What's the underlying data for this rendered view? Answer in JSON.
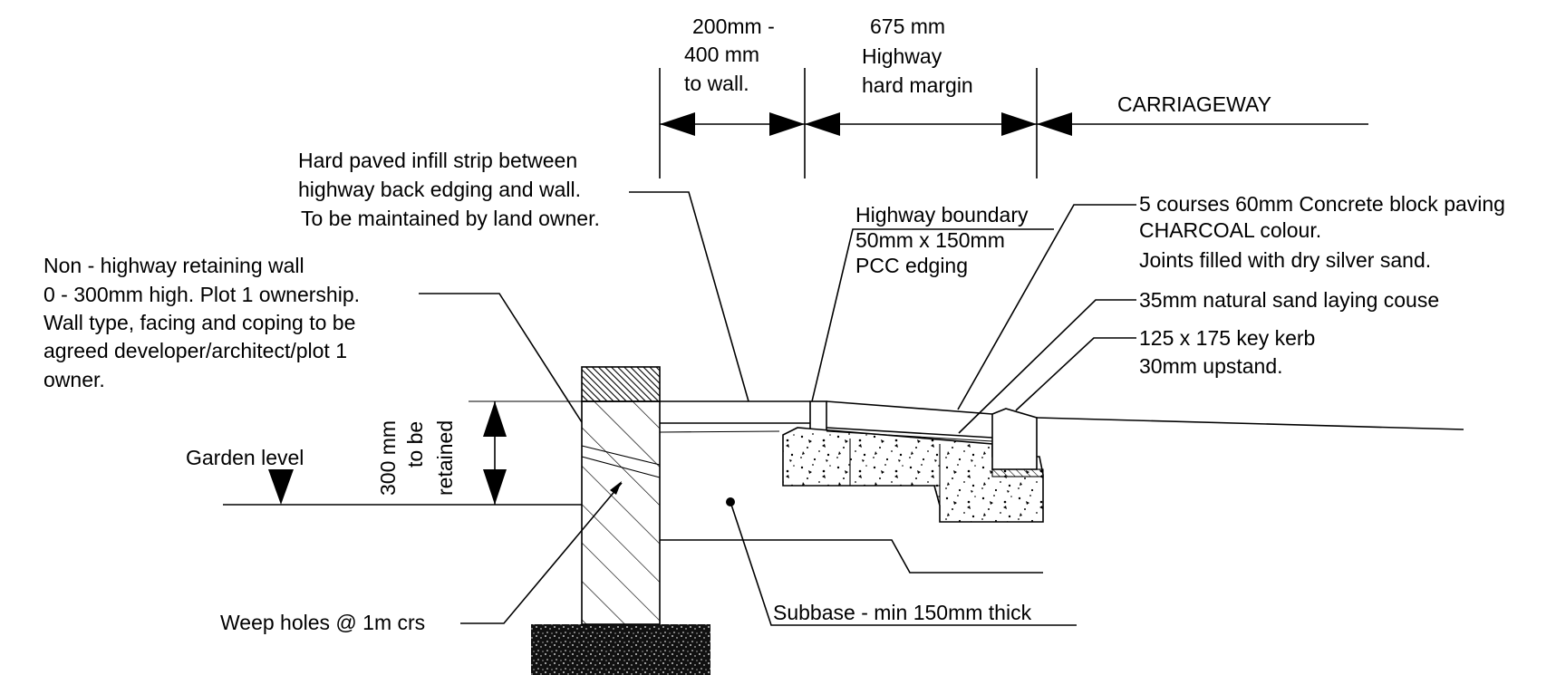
{
  "dimensions": {
    "wall_gap": [
      "200mm -",
      "400 mm",
      "to wall."
    ],
    "highway_margin": [
      "675 mm",
      "Highway",
      "hard margin"
    ],
    "carriageway": "CARRIAGEWAY"
  },
  "labels": {
    "infill_strip": [
      "Hard paved infill strip between",
      "highway back edging and wall.",
      "To be maintained by land owner."
    ],
    "retaining_wall": [
      "Non - highway retaining wall",
      "0 - 300mm high. Plot 1 ownership.",
      "Wall type, facing and coping to be",
      "agreed developer/architect/plot 1",
      "owner."
    ],
    "garden_level": "Garden level",
    "retained_height": [
      "300 mm",
      "to be",
      "retained"
    ],
    "weep_holes": "Weep holes @ 1m crs",
    "highway_boundary": [
      "Highway boundary",
      "50mm x 150mm",
      "PCC edging"
    ],
    "block_paving": [
      "5 courses 60mm Concrete block paving",
      "CHARCOAL colour.",
      "Joints filled with dry silver sand."
    ],
    "laying_course": "35mm natural sand laying couse",
    "key_kerb": [
      "125 x 175 key kerb",
      "30mm upstand."
    ],
    "subbase": "Subbase  - min 150mm thick"
  },
  "colors": {
    "ink": "#000000",
    "background": "#ffffff"
  }
}
